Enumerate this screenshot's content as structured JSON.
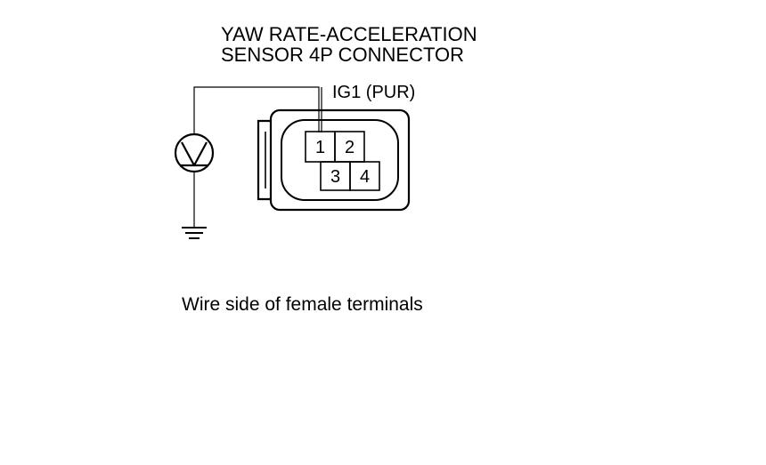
{
  "title": {
    "line1": "YAW RATE-ACCELERATION",
    "line2": "SENSOR 4P CONNECTOR"
  },
  "wire_label": "IG1 (PUR)",
  "pins": [
    "1",
    "2",
    "3",
    "4"
  ],
  "caption": "Wire side of female terminals",
  "icons": {
    "meter": "voltmeter-icon",
    "ground": "ground-icon"
  },
  "colors": {
    "line": "#000000",
    "background": "#ffffff"
  }
}
